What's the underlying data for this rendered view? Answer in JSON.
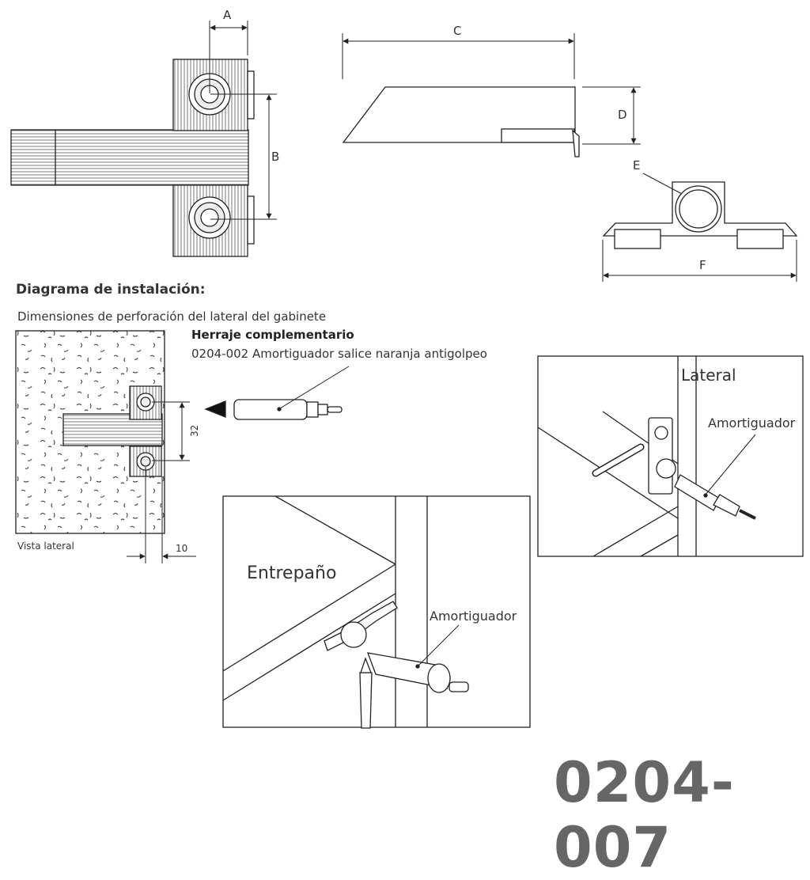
{
  "dimension_labels": {
    "a": "A",
    "b": "B",
    "c": "C",
    "d": "D",
    "e": "E",
    "f": "F"
  },
  "installation": {
    "title": "Diagrama de instalación:",
    "subtitle": "Dimensiones de perforación del lateral del gabinete",
    "side_view_label": "Vista lateral",
    "dim_spacing": "32",
    "dim_edge": "10"
  },
  "complementary": {
    "title": "Herraje complementario",
    "item": "0204-002 Amortiguador salice naranja antigolpeo"
  },
  "detail_lateral": {
    "title": "Lateral",
    "label": "Amortiguador"
  },
  "detail_shelf": {
    "title": "Entrepaño",
    "label": "Amortiguador"
  },
  "product_code": "0204-007"
}
